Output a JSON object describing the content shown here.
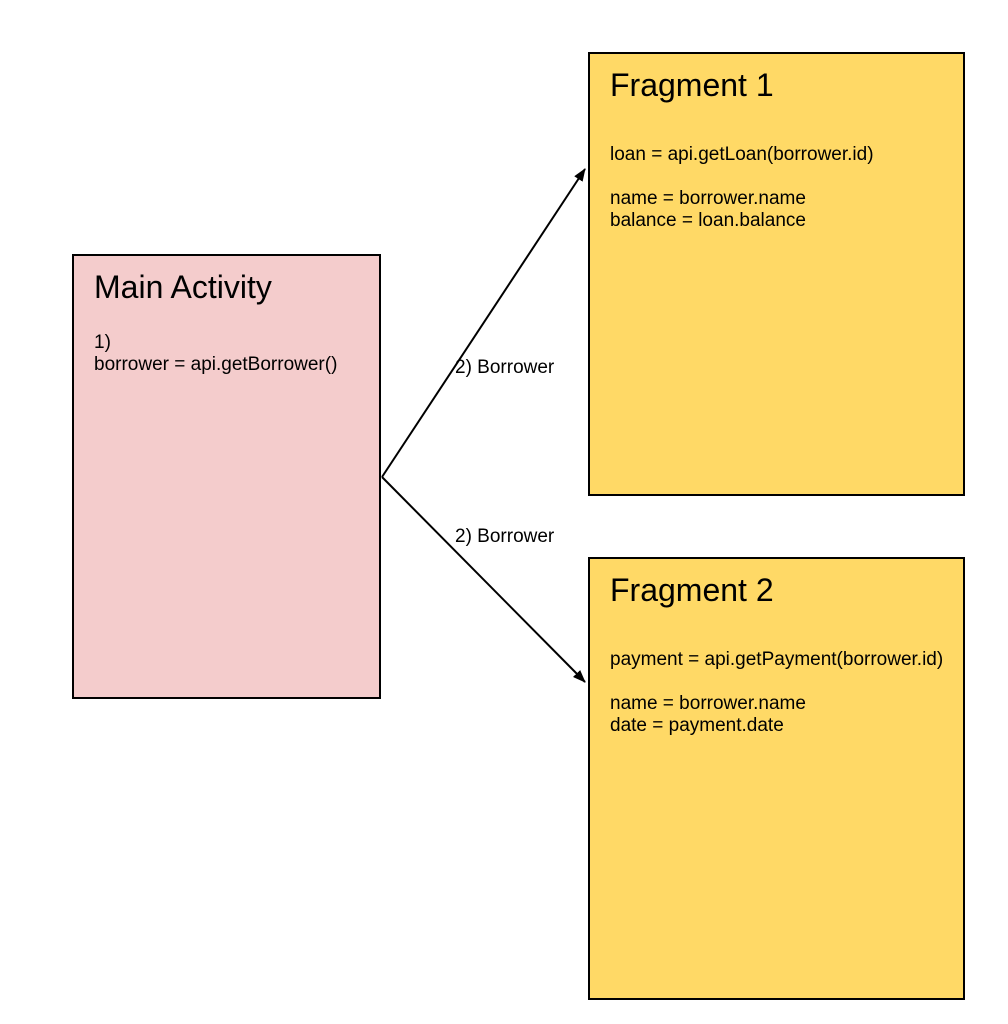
{
  "canvas": {
    "background": "#ffffff",
    "stroke_color": "#000000"
  },
  "diagram": {
    "nodes": [
      {
        "id": "main-activity",
        "title": "Main Activity",
        "fill": "#f4cccc",
        "border": "#000000",
        "body_lines": [
          "1)",
          "borrower = api.getBorrower()"
        ]
      },
      {
        "id": "fragment-1",
        "title": "Fragment 1",
        "fill": "#ffd966",
        "border": "#000000",
        "body_lines": [
          "loan = api.getLoan(borrower.id)",
          "",
          "name = borrower.name",
          "balance = loan.balance"
        ]
      },
      {
        "id": "fragment-2",
        "title": "Fragment 2",
        "fill": "#ffd966",
        "border": "#000000",
        "body_lines": [
          "payment = api.getPayment(borrower.id)",
          "",
          "name = borrower.name",
          "date = payment.date"
        ]
      }
    ],
    "edges": [
      {
        "from": "main-activity",
        "to": "fragment-1",
        "label": "2) Borrower"
      },
      {
        "from": "main-activity",
        "to": "fragment-2",
        "label": "2) Borrower"
      }
    ]
  }
}
